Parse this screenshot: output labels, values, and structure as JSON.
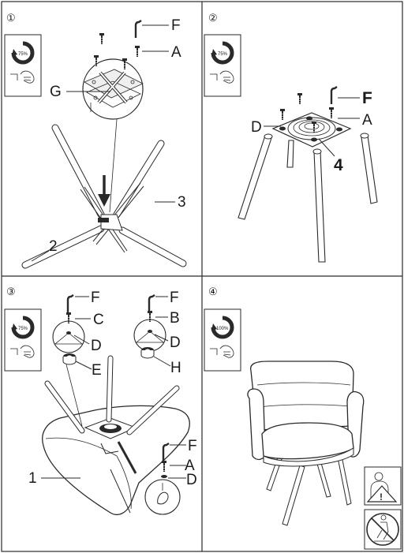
{
  "panels": [
    {
      "step": "①",
      "icon": {
        "name": "wrench-rotate-icon",
        "percent": "75%"
      },
      "labels": {
        "F": "F",
        "A": "A",
        "G": "G",
        "part2": "2",
        "part3": "3"
      }
    },
    {
      "step": "②",
      "icon": {
        "name": "wrench-rotate-icon",
        "percent": "75%"
      },
      "labels": {
        "F": "F",
        "A": "A",
        "D": "D",
        "part4": "4"
      }
    },
    {
      "step": "③",
      "icon": {
        "name": "wrench-rotate-icon",
        "percent": "75%"
      },
      "labels": {
        "F1": "F",
        "C": "C",
        "D1": "D",
        "E": "E",
        "F2": "F",
        "B": "B",
        "D2": "D",
        "H": "H",
        "F3": "F",
        "A": "A",
        "D3": "D",
        "part1": "1"
      }
    },
    {
      "step": "④",
      "icon": {
        "name": "wrench-rotate-icon",
        "percent": "100%"
      },
      "warnings": [
        "warning-sign-icon",
        "no-standing-icon"
      ]
    }
  ],
  "colors": {
    "stroke": "#2a2a2a",
    "shade": "#cfcfcf",
    "background": "#ffffff"
  }
}
